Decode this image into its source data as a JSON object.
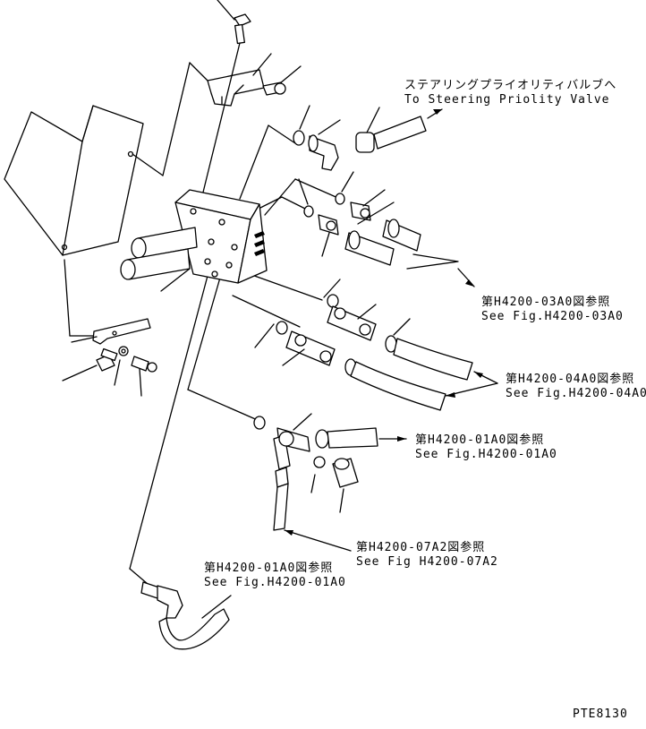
{
  "callouts": {
    "steering": {
      "jp": "ステアリングプライオリティバルブへ",
      "en": "To Steering Priolity Valve"
    },
    "fig03": {
      "jp": "第H4200-03A0図参照",
      "en": "See Fig.H4200-03A0"
    },
    "fig04": {
      "jp": "第H4200-04A0図参照",
      "en": "See Fig.H4200-04A0"
    },
    "fig01a": {
      "jp": "第H4200-01A0図参照",
      "en": "See Fig.H4200-01A0"
    },
    "fig07": {
      "jp": "第H4200-07A2図参照",
      "en": "See Fig H4200-07A2"
    },
    "fig01b": {
      "jp": "第H4200-01A0図参照",
      "en": "See Fig.H4200-01A0"
    }
  },
  "drawing_code": "PTE8130"
}
